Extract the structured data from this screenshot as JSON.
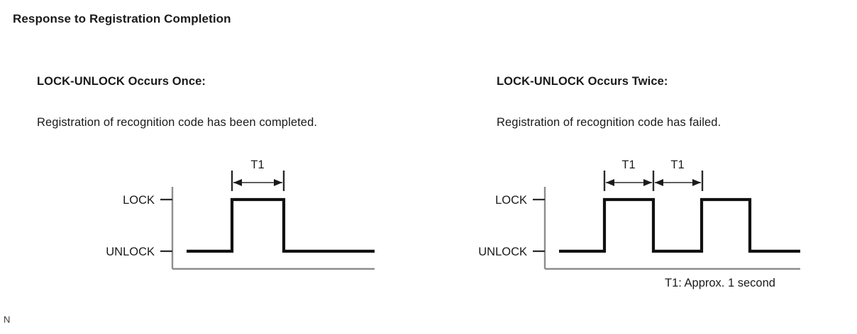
{
  "document": {
    "title": "Response to Registration Completion",
    "page_marker": "N"
  },
  "panels": [
    {
      "id": "lock-unlock-once",
      "heading": "LOCK-UNLOCK Occurs Once:",
      "description": "Registration of recognition code has been completed.",
      "axis_labels": {
        "high": "LOCK",
        "low": "UNLOCK"
      },
      "dimension_labels": [
        "T1"
      ]
    },
    {
      "id": "lock-unlock-twice",
      "heading": "LOCK-UNLOCK Occurs Twice:",
      "description": "Registration of recognition code has failed.",
      "axis_labels": {
        "high": "LOCK",
        "low": "UNLOCK"
      },
      "dimension_labels": [
        "T1",
        "T1"
      ]
    }
  ],
  "footnote": "T1: Approx. 1 second",
  "colors": {
    "signal": "#111111",
    "axis": "#8d8d8d",
    "text": "#1a1a1a",
    "background": "#ffffff"
  },
  "chart_data": {
    "type": "line",
    "title": "Response to Registration Completion",
    "xlabel": "",
    "ylabel": "",
    "levels": {
      "LOCK": 1,
      "UNLOCK": 0
    },
    "series": [
      {
        "name": "LOCK-UNLOCK Occurs Once",
        "x": [
          0,
          64,
          64,
          137,
          137,
          265
        ],
        "values": [
          0,
          0,
          1,
          1,
          0,
          0
        ],
        "pulses": 1,
        "pulse_width_label": "T1",
        "pulse_width_seconds": 1
      },
      {
        "name": "LOCK-UNLOCK Occurs Twice",
        "x": [
          0,
          64,
          64,
          133,
          133,
          201,
          201,
          269,
          269,
          340
        ],
        "values": [
          0,
          0,
          1,
          1,
          0,
          0,
          1,
          1,
          0,
          0
        ],
        "pulses": 2,
        "pulse_width_label": "T1",
        "pulse_width_seconds": 1
      }
    ],
    "annotations": [
      "T1: Approx. 1 second"
    ]
  }
}
